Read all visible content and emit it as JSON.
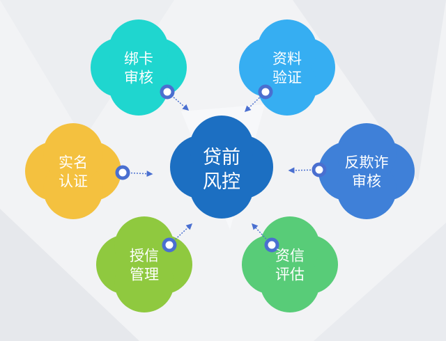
{
  "center": {
    "label": "贷前\n风控",
    "color": "#1c6fc2"
  },
  "nodes": [
    {
      "id": "bind-card",
      "label": "绑卡\n审核",
      "color": "#1fd6cf"
    },
    {
      "id": "data-verify",
      "label": "资料\n验证",
      "color": "#36aef2"
    },
    {
      "id": "real-name",
      "label": "实名\n认证",
      "color": "#f4c13f"
    },
    {
      "id": "anti-fraud",
      "label": "反欺诈\n审核",
      "color": "#3f80d8"
    },
    {
      "id": "credit-grant",
      "label": "授信\n管理",
      "color": "#8fc93f"
    },
    {
      "id": "credit-eval",
      "label": "资信\n评估",
      "color": "#58cc78"
    }
  ],
  "marker_color": "#4a6fd0"
}
